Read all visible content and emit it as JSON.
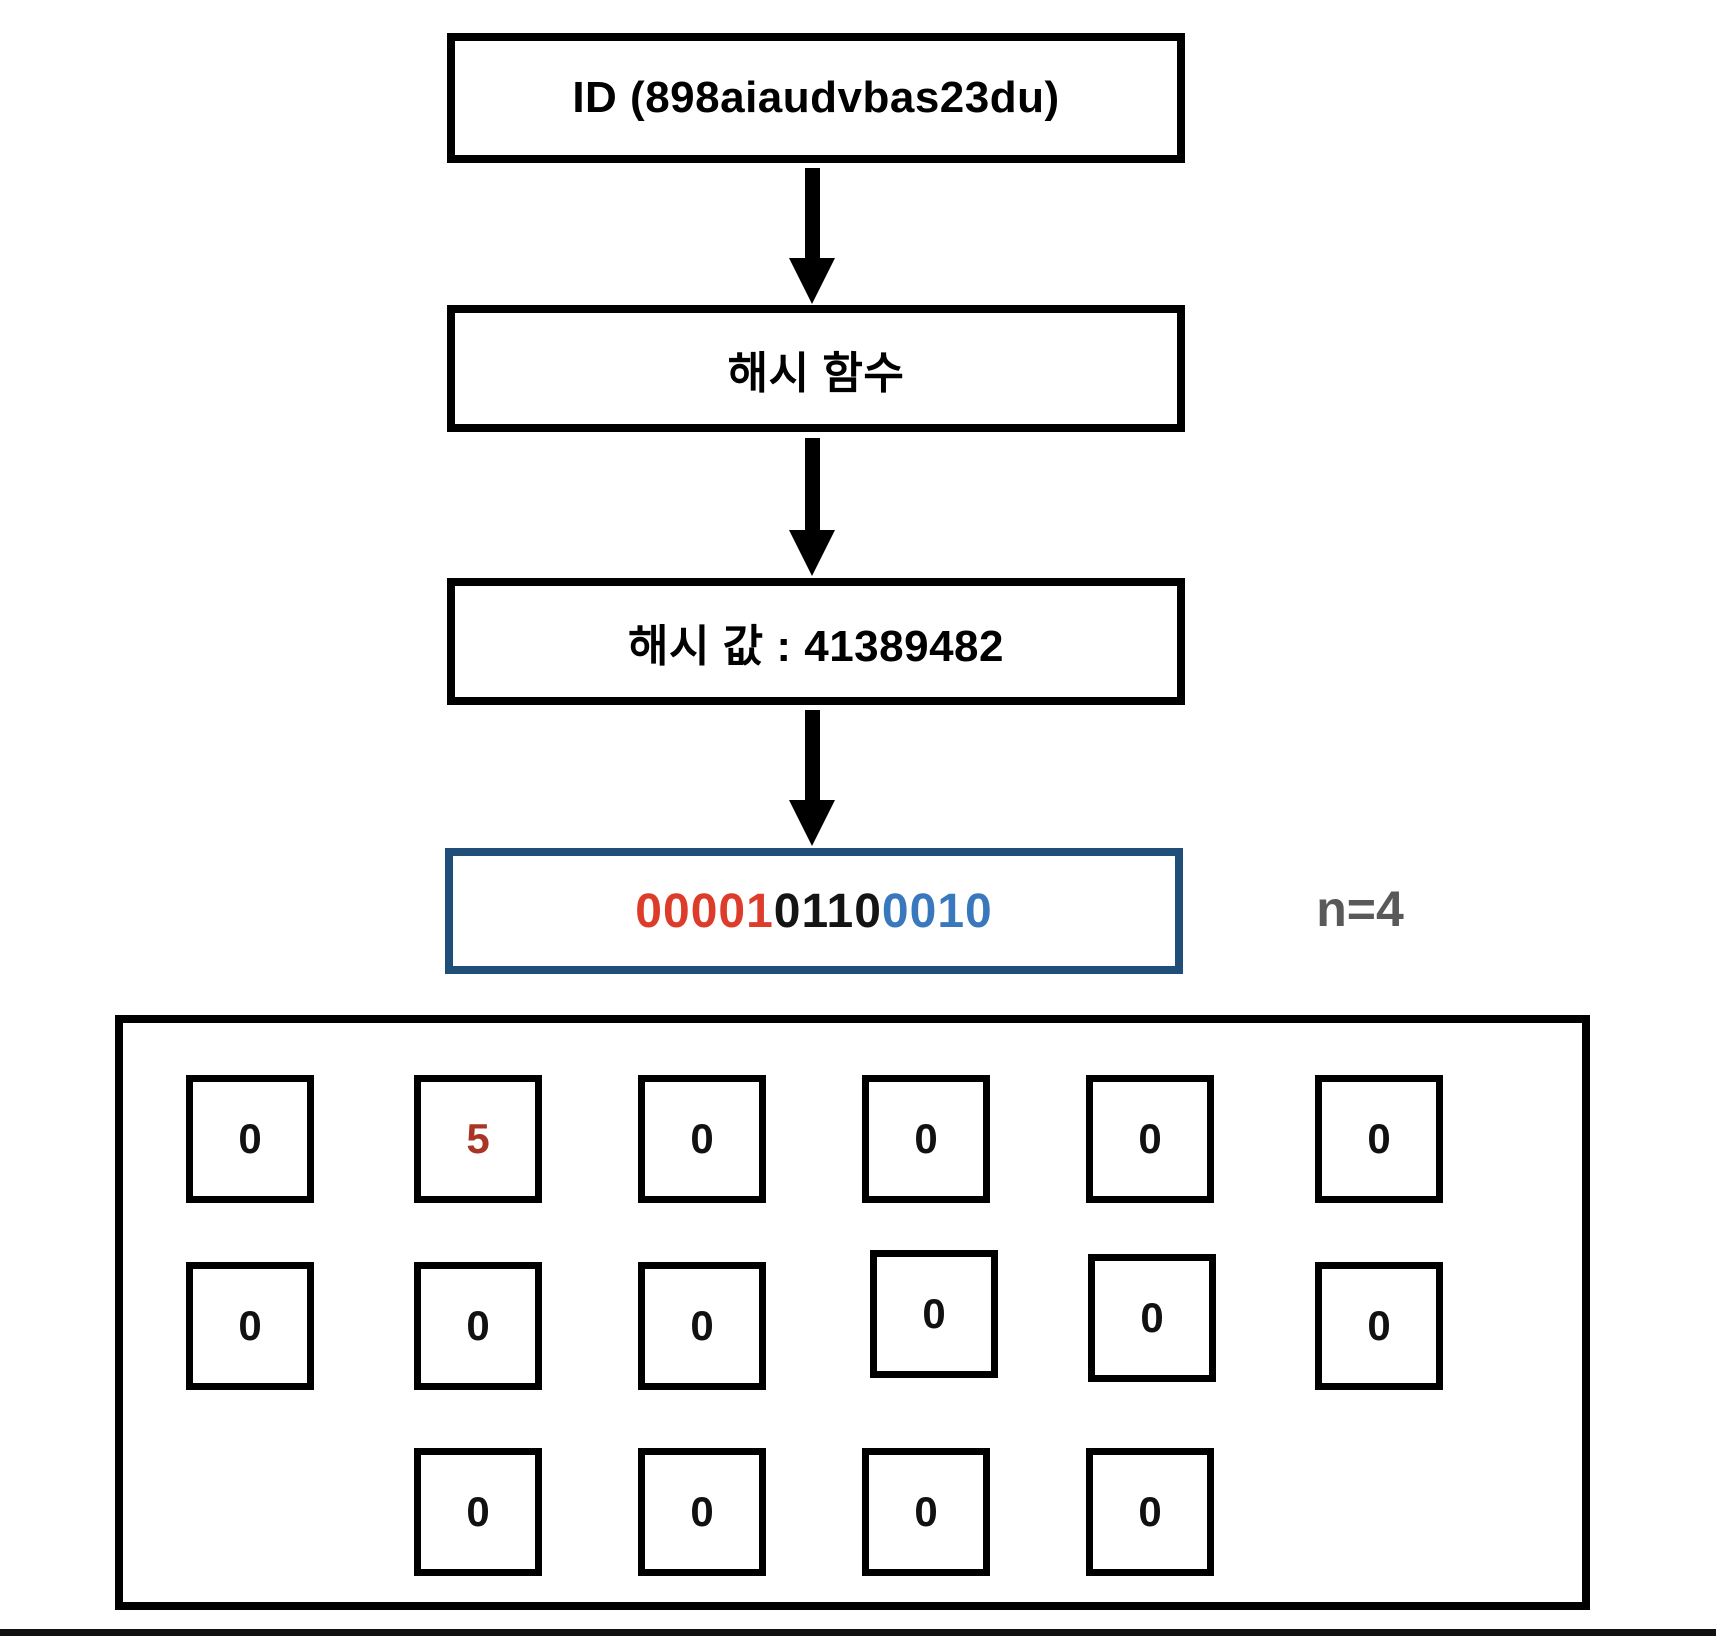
{
  "flow": {
    "id_box": {
      "label": "ID (898aiaudvbas23du)"
    },
    "hash_function_box": {
      "label": "해시 함수"
    },
    "hash_value_box": {
      "label": "해시 값 : 41389482"
    }
  },
  "binary_box": {
    "value": "0000101100010",
    "segments": [
      {
        "text": "00001",
        "color": "#dd3c2b"
      },
      {
        "text": "0110",
        "color": "#141414"
      },
      {
        "text": "0010",
        "color": "#3a78bd"
      }
    ],
    "border_color": "#1f4e79"
  },
  "n_label": {
    "text": "n=4",
    "color": "#595959"
  },
  "grid": {
    "rows": [
      {
        "cells": [
          {
            "value": "0"
          },
          {
            "value": "5",
            "color": "#a93524"
          },
          {
            "value": "0"
          },
          {
            "value": "0"
          },
          {
            "value": "0"
          },
          {
            "value": "0"
          }
        ]
      },
      {
        "cells": [
          {
            "value": "0"
          },
          {
            "value": "0"
          },
          {
            "value": "0"
          },
          {
            "value": "0"
          },
          {
            "value": "0"
          },
          {
            "value": "0"
          }
        ]
      },
      {
        "cells": [
          {
            "value": "0"
          },
          {
            "value": "0"
          },
          {
            "value": "0"
          },
          {
            "value": "0"
          }
        ]
      }
    ]
  }
}
